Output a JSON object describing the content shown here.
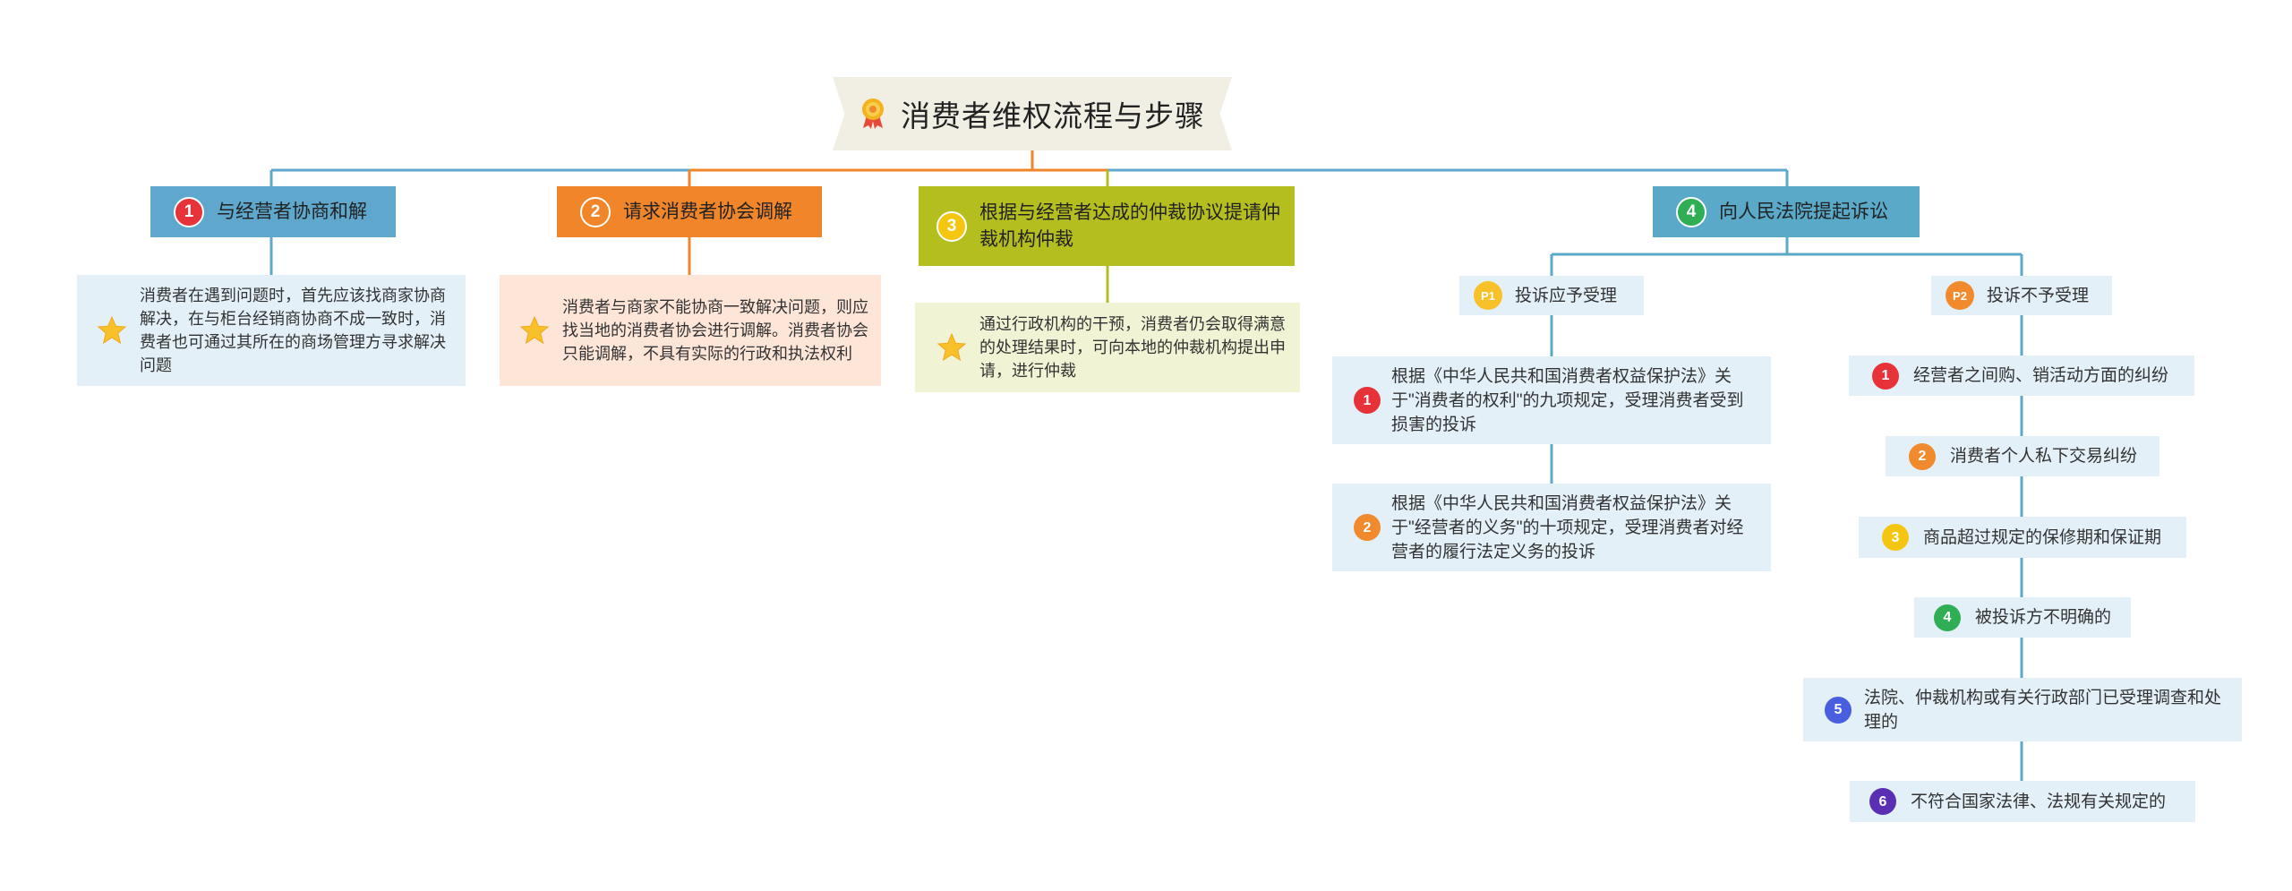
{
  "title": {
    "text": "消费者维权流程与步骤",
    "icon": "medal-icon"
  },
  "colors": {
    "blue_head": "#5fa7cc",
    "orange_head": "#f0852a",
    "olive_head": "#b4be1f",
    "teal_head": "#5aa9c8",
    "blue_light": "#e3f0f8",
    "orange_light": "#fde5d8",
    "olive_light": "#f0f3d4",
    "num_red": "#e8323a",
    "num_orange": "#f08a2c",
    "num_yellow": "#f5c60f",
    "num_green": "#2fae55",
    "num_blue": "#4a5fe0",
    "num_purple": "#5a2fb4"
  },
  "branches": [
    {
      "number": "1",
      "label": "与经营者协商和解",
      "description": "消费者在遇到问题时，首先应该找商家协商解决，在与柜台经销商协商不成一致时，消费者也可通过其所在的商场管理方寻求解决问题"
    },
    {
      "number": "2",
      "label": "请求消费者协会调解",
      "description": "消费者与商家不能协商一致解决问题，则应找当地的消费者协会进行调解。消费者协会只能调解，不具有实际的行政和执法权利"
    },
    {
      "number": "3",
      "label": "根据与经营者达成的仲裁协议提请仲裁机构仲裁",
      "description": "通过行政机构的干预，消费者仍会取得满意的处理结果时，可向本地的仲裁机构提出申请，进行仲裁"
    },
    {
      "number": "4",
      "label": "向人民法院提起诉讼",
      "p1": {
        "badge": "P1",
        "label": "投诉应予受理",
        "items": [
          {
            "number": "1",
            "text": "根据《中华人民共和国消费者权益保护法》关于\"消费者的权利\"的九项规定，受理消费者受到损害的投诉"
          },
          {
            "number": "2",
            "text": "根据《中华人民共和国消费者权益保护法》关于\"经营者的义务\"的十项规定，受理消费者对经营者的履行法定义务的投诉"
          }
        ]
      },
      "p2": {
        "badge": "P2",
        "label": "投诉不予受理",
        "items": [
          {
            "number": "1",
            "text": "经营者之间购、销活动方面的纠纷"
          },
          {
            "number": "2",
            "text": "消费者个人私下交易纠纷"
          },
          {
            "number": "3",
            "text": "商品超过规定的保修期和保证期"
          },
          {
            "number": "4",
            "text": "被投诉方不明确的"
          },
          {
            "number": "5",
            "text": "法院、仲裁机构或有关行政部门已受理调查和处理的"
          },
          {
            "number": "6",
            "text": "不符合国家法律、法规有关规定的"
          }
        ]
      }
    }
  ]
}
